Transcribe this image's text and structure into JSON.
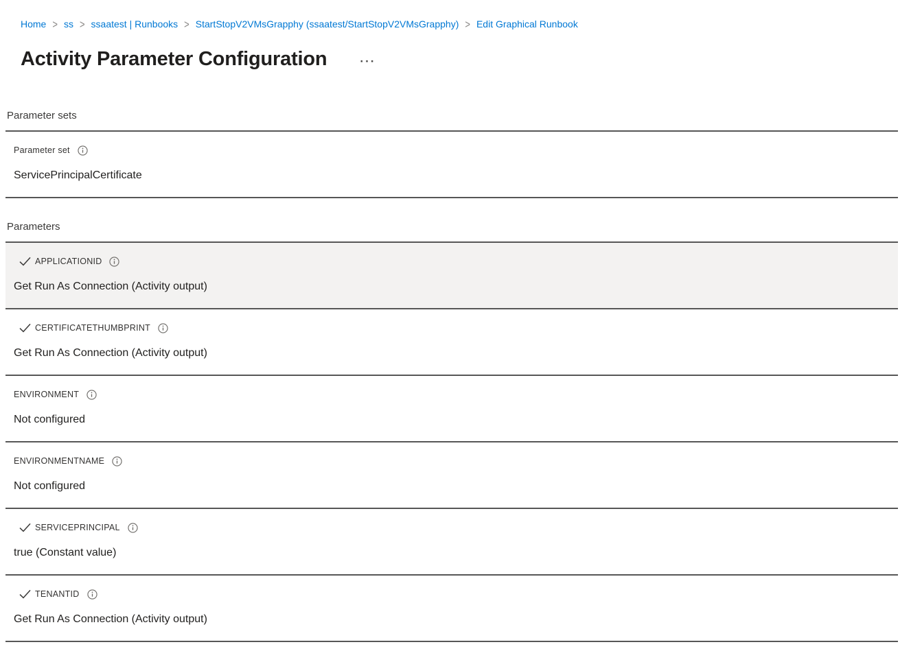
{
  "breadcrumb": {
    "separator": ">",
    "items": [
      {
        "label": "Home"
      },
      {
        "label": "ss"
      },
      {
        "label": "ssaatest | Runbooks"
      },
      {
        "label": "StartStopV2VMsGrapphy (ssaatest/StartStopV2VMsGrapphy)"
      },
      {
        "label": "Edit Graphical Runbook"
      }
    ]
  },
  "header": {
    "title": "Activity Parameter Configuration",
    "more_label": "···"
  },
  "colors": {
    "link_blue": "#0078d4",
    "text": "#323130",
    "divider": "#565656",
    "selected_row_bg": "#f3f2f1"
  },
  "icons": {
    "breadcrumb_separator": "chevron-right-icon",
    "configured_mark": "checkmark-icon",
    "parameter_help": "info-icon",
    "title_menu": "ellipsis-icon"
  },
  "sections": [
    {
      "label": "Parameter sets",
      "rows": [
        {
          "name": "Parameter set",
          "value": "ServicePrincipalCertificate",
          "checked": false,
          "selected": false
        }
      ]
    },
    {
      "label": "Parameters",
      "rows": [
        {
          "name": "APPLICATIONID",
          "value": "Get Run As Connection (Activity output)",
          "checked": true,
          "selected": true
        },
        {
          "name": "CERTIFICATETHUMBPRINT",
          "value": "Get Run As Connection (Activity output)",
          "checked": true,
          "selected": false
        },
        {
          "name": "ENVIRONMENT",
          "value": "Not configured",
          "checked": false,
          "selected": false
        },
        {
          "name": "ENVIRONMENTNAME",
          "value": "Not configured",
          "checked": false,
          "selected": false
        },
        {
          "name": "SERVICEPRINCIPAL",
          "value": "true (Constant value)",
          "checked": true,
          "selected": false
        },
        {
          "name": "TENANTID",
          "value": "Get Run As Connection (Activity output)",
          "checked": true,
          "selected": false
        }
      ]
    }
  ]
}
